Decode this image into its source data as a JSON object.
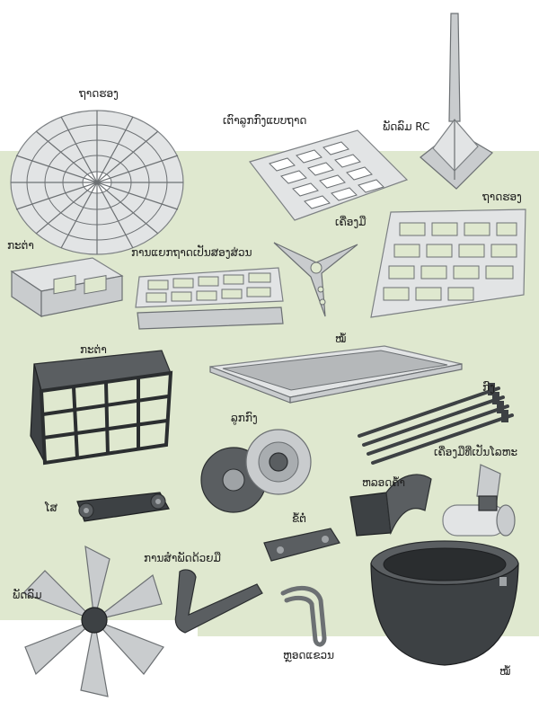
{
  "labels": {
    "round_tray": "ຖາດຮອງ",
    "ball_tray": "ເຕົາລູກກົງແບບຖາດ",
    "rc_fan": "ພັດລົມ RC",
    "tray_right": "ຖາດຮອງ",
    "fixture_three_arm": "ເຄື່ອງມື",
    "basket_small": "ກະຕ່າ",
    "split_tray": "ການແຍກຖາດເປັນສອງສ່ວນ",
    "pan": "ໝໍ້",
    "basket_large": "ກະຕ່າ",
    "rods": "ກົງ",
    "rollers": "ລູກກົງ",
    "tool_metal": "ເຄື່ອງມືທີ່ເປັນໂລຫະ",
    "holder_bracket": "ຫລອດຄ້ຳ",
    "chain_link": "ໂສ",
    "link_plate": "ຂໍ້ຕໍ່",
    "fan_arm_part": "ການສຳພັດດ້ວຍມື",
    "fan": "ພັດລົມ",
    "hook_loop": "ຫຼອດແຂວນ",
    "pot": "ໝໍ້"
  },
  "colors": {
    "band": "#dfe8cf",
    "metal": "#c9ccce",
    "dark_cast": "#3d4144"
  }
}
